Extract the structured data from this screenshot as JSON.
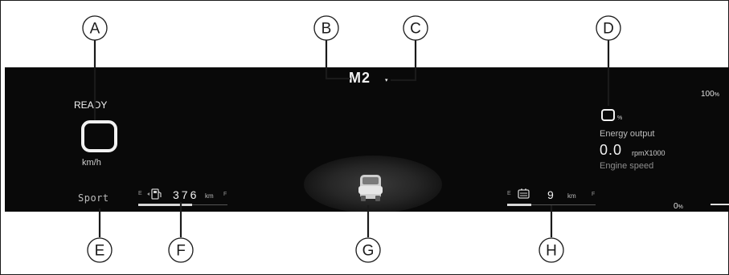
{
  "cluster": {
    "ready_label": "READY",
    "speed_unit": "km/h",
    "drive_mode": "Sport",
    "gear": "M2",
    "gear_indicator": "▾",
    "energy_output_value_unit": "%",
    "energy_output_label": "Energy output",
    "engine_speed_value": "0.0",
    "engine_speed_unit": "rpmX1000",
    "engine_speed_label": "Engine speed",
    "gauge_top_value": "100",
    "gauge_top_unit": "%",
    "gauge_bottom_value": "0",
    "gauge_bottom_unit": "%",
    "fuel": {
      "empty_label": "E",
      "full_label": "F",
      "range_value": "376",
      "range_unit": "km",
      "level_fraction": 0.6,
      "icon": "fuel-pump-icon"
    },
    "battery": {
      "empty_label": "E",
      "full_label": "F",
      "range_value": "9",
      "range_unit": "km",
      "level_fraction": 0.27,
      "icon": "battery-icon"
    },
    "vehicle_icon": "car-icon"
  },
  "callouts": [
    "A",
    "B",
    "C",
    "D",
    "E",
    "F",
    "G",
    "H"
  ],
  "colors": {
    "dash_background": "#090909",
    "text_primary": "#f2f2f2",
    "text_secondary": "#bdbdbd",
    "text_dim": "#8e8e8e"
  }
}
